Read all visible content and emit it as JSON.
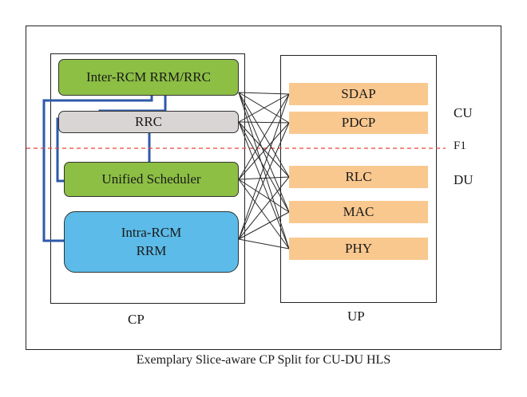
{
  "cp_blocks": {
    "inter_rcm": "Inter-RCM RRM/RRC",
    "rrc": "RRC",
    "scheduler": "Unified Scheduler",
    "intra_rcm_line1": "Intra-RCM",
    "intra_rcm_line2": "RRM"
  },
  "up_blocks": [
    "SDAP",
    "PDCP",
    "RLC",
    "MAC",
    "PHY"
  ],
  "labels": {
    "cp": "CP",
    "up": "UP",
    "cu": "CU",
    "du": "DU",
    "f1": "F1"
  },
  "caption": "Exemplary Slice-aware CP Split for CU-DU HLS",
  "colors": {
    "green": "#8cbf44",
    "gray": "#d9d5d5",
    "blue": "#5cbbe8",
    "orange": "#f9c88f",
    "link_blue": "#2e5aa8",
    "split_red": "#e8463a"
  }
}
